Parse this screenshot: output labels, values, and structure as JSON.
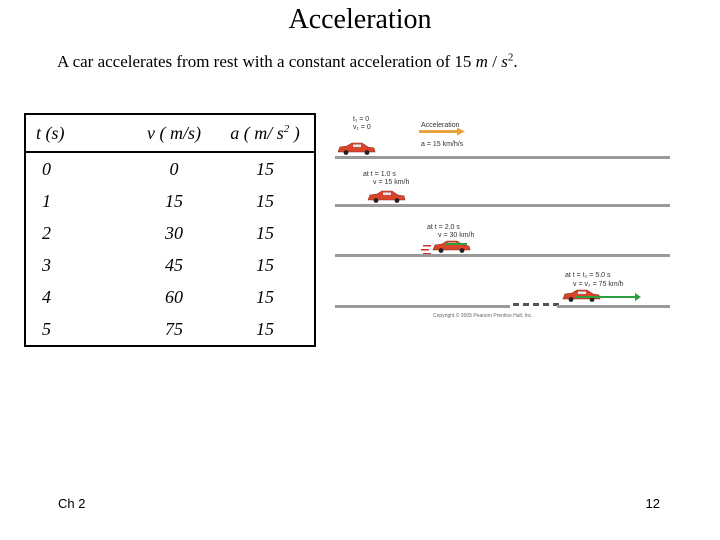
{
  "slide": {
    "title": "Acceleration",
    "subtitle_prefix": "A car accelerates from rest with a constant acceleration of 15 ",
    "subtitle_unit_m": "m",
    "subtitle_unit_sep": " / ",
    "subtitle_unit_s": "s",
    "subtitle_unit_exp": "2",
    "subtitle_suffix": ".",
    "footer_left": "Ch 2",
    "page_number": "12"
  },
  "table": {
    "headers": [
      "t (s)",
      "v ( m/s)",
      "a ( m/ s",
      "2",
      " )"
    ],
    "rows": [
      [
        "0",
        "0",
        "15"
      ],
      [
        "1",
        "15",
        "15"
      ],
      [
        "2",
        "30",
        "15"
      ],
      [
        "3",
        "45",
        "15"
      ],
      [
        "4",
        "60",
        "15"
      ],
      [
        "5",
        "75",
        "15"
      ]
    ]
  },
  "figure": {
    "row1_t": "t₁ = 0",
    "row1_v": "v₁ = 0",
    "accel_label": "Acceleration",
    "accel_value": "a = 15 km/h/s",
    "row2_t": "at  t = 1.0 s",
    "row2_v": "v = 15 km/h",
    "row3_t": "at  t = 2.0 s",
    "row3_v": "v = 30 km/h",
    "row4_t": "at  t = t₂ = 5.0 s",
    "row4_v": "v = v₂ = 75 km/h",
    "copyright": "Copyright © 2005 Pearson Prentice Hall, Inc.",
    "colors": {
      "car": "#d9452b",
      "arrow": "#2e9e3e",
      "road": "#9a9a9a",
      "accel_arrow": "#e8a33a"
    }
  }
}
